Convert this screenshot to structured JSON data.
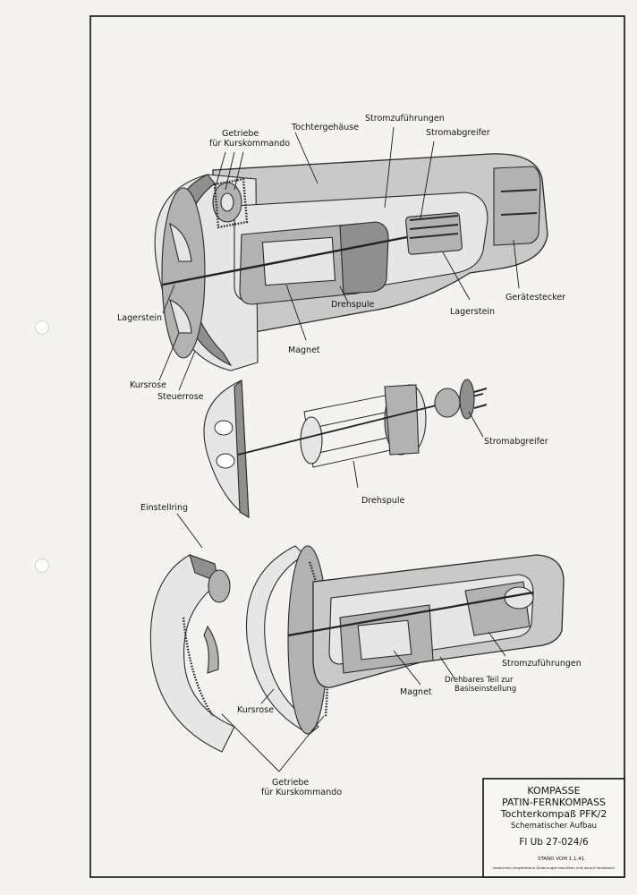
{
  "labels": {
    "getriebe_kurskommando_top_l1": "Getriebe",
    "getriebe_kurskommando_top_l2": "für Kurskommando",
    "tochtergehaeuse": "Tochtergehäuse",
    "stromzufuehrungen_top": "Stromzuführungen",
    "stromabgreifer_top": "Stromabgreifer",
    "lagerstein_left": "Lagerstein",
    "lagerstein_right": "Lagerstein",
    "geraetestecker": "Gerätestecker",
    "drehspule_top": "Drehspule",
    "magnet_top": "Magnet",
    "kursrose_top": "Kursrose",
    "steuerrose": "Steuerrose",
    "stromabgreifer_mid": "Stromabgreifer",
    "drehspule_mid": "Drehspule",
    "einstellring": "Einstellring",
    "stromzufuehrungen_bottom": "Stromzuführungen",
    "magnet_bottom": "Magnet",
    "drehbares_teil_l1": "Drehbares Teil zur",
    "drehbares_teil_l2": "Basiseinstellung",
    "kursrose_bottom": "Kursrose",
    "getriebe_kurskommando_bottom_l1": "Getriebe",
    "getriebe_kurskommando_bottom_l2": "für Kurskommando"
  },
  "title_block": {
    "line1": "KOMPASSE",
    "line2": "PATIN-FERNKOMPASS",
    "line3": "Tochterkompaß PFK/2",
    "line4": "Schematischer Aufbau",
    "drawing_number": "Fl Ub 27-024/6",
    "stand": "STAND VOM 1.1.41.",
    "note_l1": "Inzwischen eingetretene Änderungen beachten und darauf hinweisen!"
  }
}
